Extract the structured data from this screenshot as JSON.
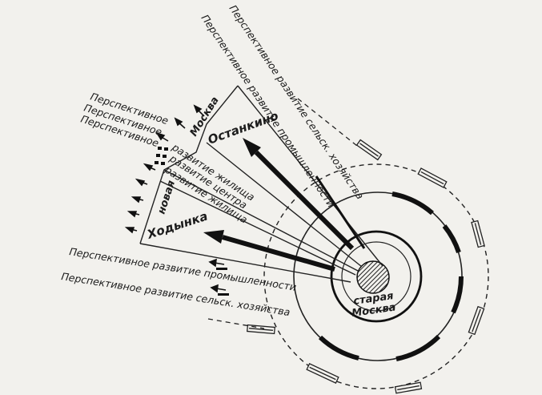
{
  "labels": {
    "old_moscow_line1": "старая",
    "old_moscow_line2": "Москва",
    "ostankino": "Останкино",
    "khodynka": "Ходынка",
    "moskva": "Москва",
    "novaya": "новая",
    "persp_top_1": "Перспективное развитие сельск. хозяйства",
    "persp_top_2": "Перспективное развитие промышленности",
    "persp_left_1": "Перспективное",
    "persp_left_2": "Перспективное",
    "persp_left_3": "Перспективное",
    "sector_dev_1": "развитие жилища",
    "sector_dev_2": "развитие центра",
    "sector_dev_3": "развитие жилища",
    "persp_bottom_1": "Перспективное развитие промышленности",
    "persp_bottom_2": "Перспективное развитие сельск. хозяйства"
  }
}
